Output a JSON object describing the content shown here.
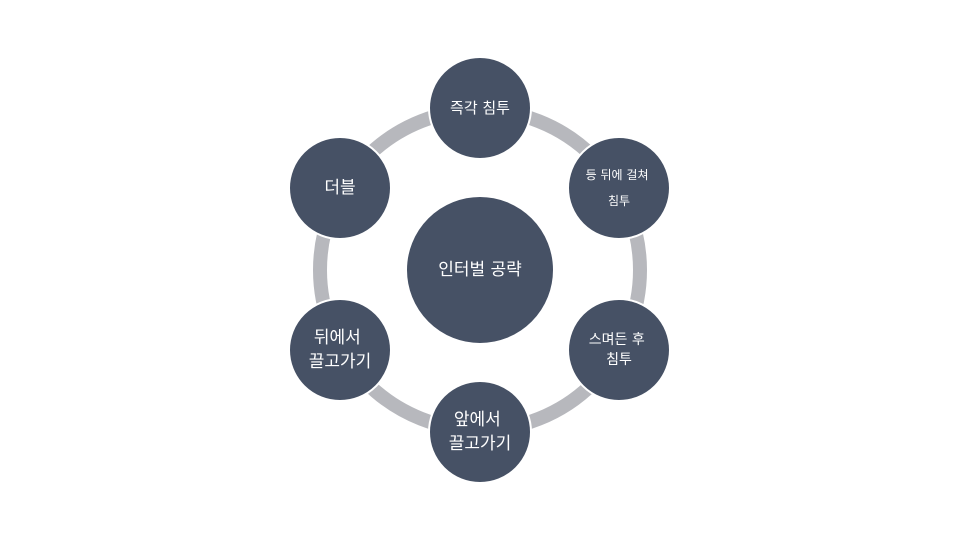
{
  "diagram": {
    "type": "cycle-radial",
    "ring_color": "#b7b8bd",
    "node_color": "#465165",
    "text_color": "#ffffff",
    "center": {
      "lines": [
        "인터벌 공략"
      ]
    },
    "nodes": [
      {
        "lines": [
          "즉각 침투"
        ]
      },
      {
        "lines": [
          "등 뒤에 걸쳐",
          "침투"
        ]
      },
      {
        "lines": [
          "스며든 후",
          "침투"
        ]
      },
      {
        "lines": [
          "앞에서",
          "끌고가기"
        ]
      },
      {
        "lines": [
          "뒤에서",
          "끌고가기"
        ]
      },
      {
        "lines": [
          "더블"
        ]
      }
    ]
  }
}
